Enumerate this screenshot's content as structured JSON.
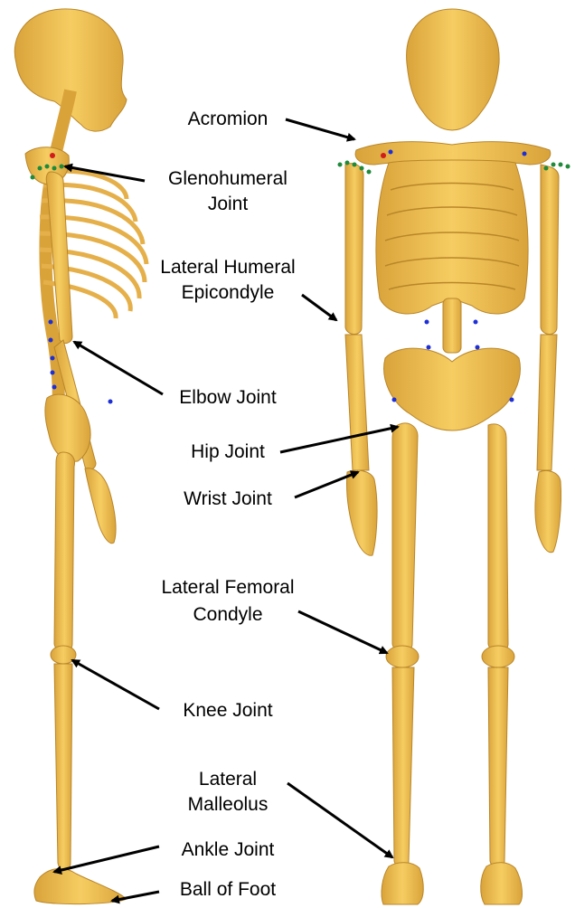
{
  "colors": {
    "bone": "#f2c14e",
    "bone_shade": "#d9a33a",
    "bone_dark": "#b9862a",
    "marker_green": "#1f8a3a",
    "marker_blue": "#1d2fd6",
    "marker_red": "#d21b1b",
    "arrow": "#000000",
    "background": "#ffffff"
  },
  "labels": {
    "acromion": "Acromion",
    "glenohumeral_1": "Glenohumeral",
    "glenohumeral_2": "Joint",
    "lateral_humeral_1": "Lateral Humeral",
    "lateral_humeral_2": "Epicondyle",
    "elbow_joint": "Elbow Joint",
    "hip_joint": "Hip Joint",
    "wrist_joint": "Wrist Joint",
    "lateral_femoral_1": "Lateral Femoral",
    "lateral_femoral_2": "Condyle",
    "knee_joint": "Knee Joint",
    "lateral_malleolus_1": "Lateral",
    "lateral_malleolus_2": "Malleolus",
    "ankle_joint": "Ankle Joint",
    "ball_of_foot": "Ball of Foot"
  }
}
